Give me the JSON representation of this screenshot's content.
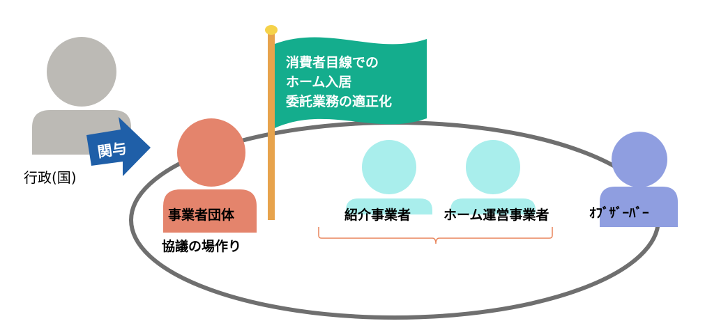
{
  "government": {
    "label": "行政(国)",
    "arrow_label": "関与"
  },
  "flag": {
    "lines": [
      "消費者目線での",
      "ホーム入居",
      "委託業務の適正化"
    ]
  },
  "business_group": {
    "label": "事業者団体",
    "caption": "協議の場作り"
  },
  "participants": [
    {
      "label": "紹介事業者"
    },
    {
      "label": "ホーム運営事業者"
    }
  ],
  "observer": {
    "label": "ｵﾌﾞｻﾞｰﾊﾞｰ"
  },
  "colors": {
    "gov_person": "#bcbab5",
    "arrow": "#1f5fa8",
    "business_person": "#e4846c",
    "participant_person": "#a9eeec",
    "observer_person": "#8f9ee0",
    "flag": "#14ad8d",
    "pole": "#e7a34c",
    "pole_top": "#f5d24a",
    "ellipse_stroke": "#6f6f6f",
    "brace": "#e8845a"
  }
}
